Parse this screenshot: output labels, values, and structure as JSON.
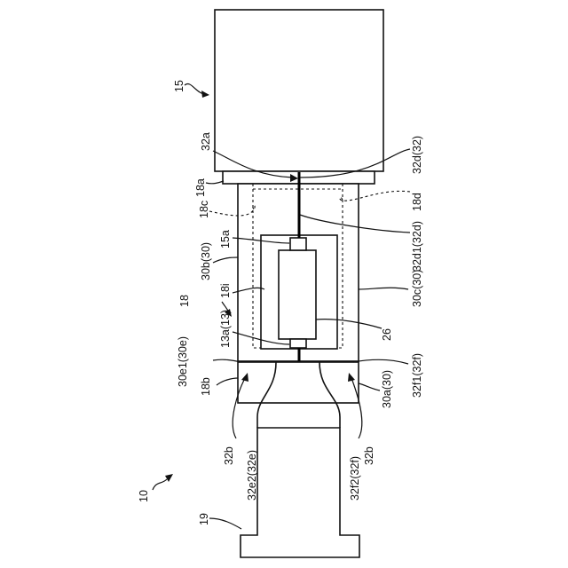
{
  "labels": {
    "l15": "15",
    "l32a": "32a",
    "l32d": "32d(32)",
    "l18a": "18a",
    "l18c": "18c",
    "l18d": "18d",
    "l15a": "15a",
    "l32d1": "32d1(32d)",
    "l30b": "30b(30)",
    "l18i": "18i",
    "l30c": "30c(30)",
    "l18": "18",
    "l13a": "13a(13)",
    "l26": "26",
    "l30e1": "30e1(30e)",
    "l18b": "18b",
    "l32f1": "32f1(32f)",
    "l30a": "30a(30)",
    "l32b_left": "32b",
    "l32e2": "32e2(32e)",
    "l32f2": "32f2(32f)",
    "l32b_right": "32b",
    "l10": "10",
    "l19": "19"
  }
}
